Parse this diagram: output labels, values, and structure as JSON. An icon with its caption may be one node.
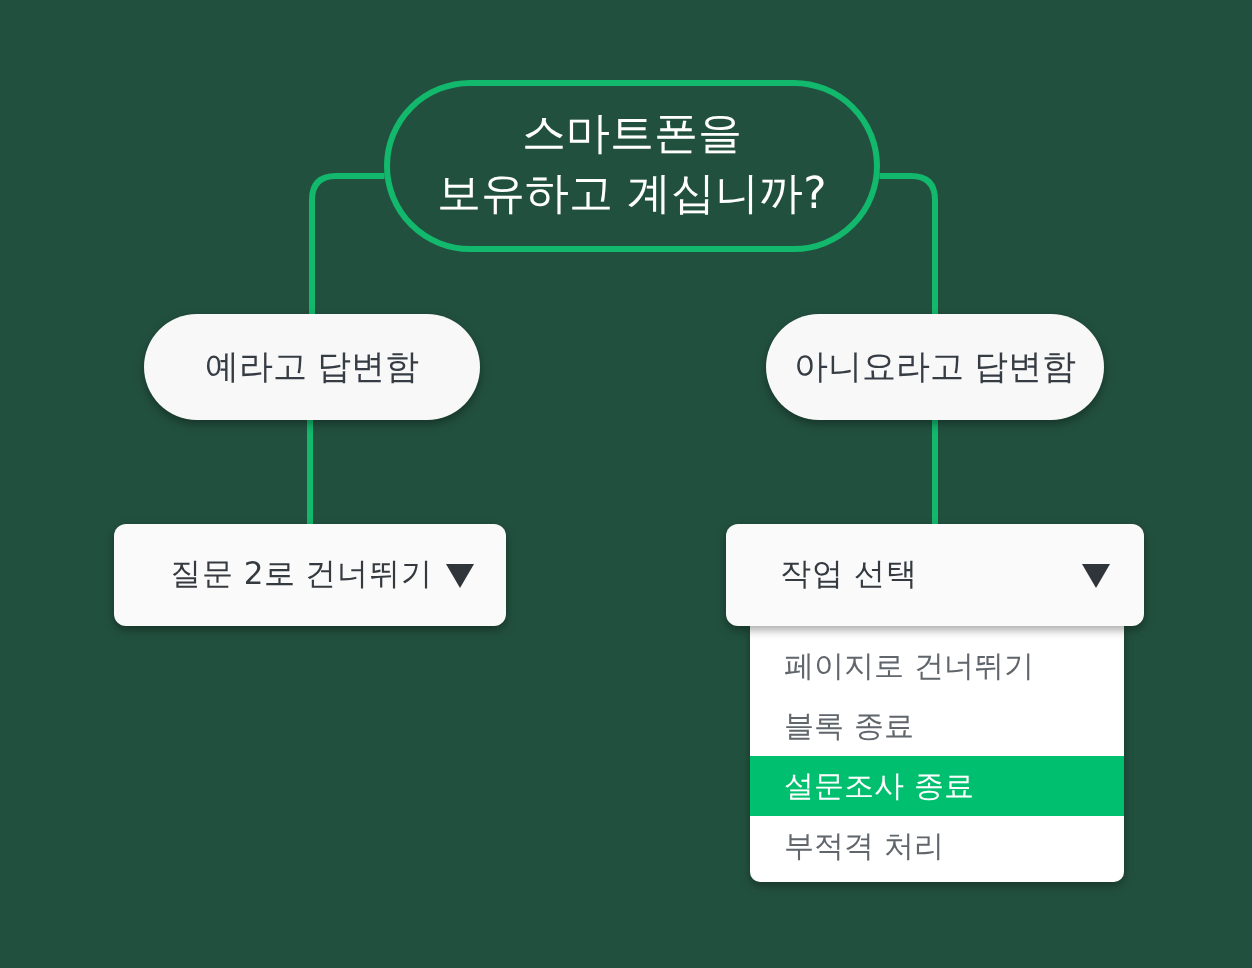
{
  "diagram": {
    "nodes": [
      {
        "text": [
          "스마트폰을 보유하고 계십니까?"
        ]
      },
      {
        "text": [
          "예라고 답변함"
        ]
      },
      {
        "text": [
          "아니요라고 답변함"
        ]
      },
      {
        "text": [
          "질문 2로 건너뛰기"
        ]
      },
      {
        "text": [
          "작업 선택"
        ]
      },
      {
        "text": [
          "페이지로 건너뛰기",
          "블록 종료",
          "설문조사 종료",
          "부적격 처리"
        ]
      }
    ],
    "edges": [
      {
        "from": 0,
        "to": 1,
        "arrow": "none"
      },
      {
        "from": 0,
        "to": 2,
        "arrow": "none"
      },
      {
        "from": 1,
        "to": 3,
        "arrow": "none"
      },
      {
        "from": 2,
        "to": 4,
        "arrow": "none"
      }
    ]
  }
}
